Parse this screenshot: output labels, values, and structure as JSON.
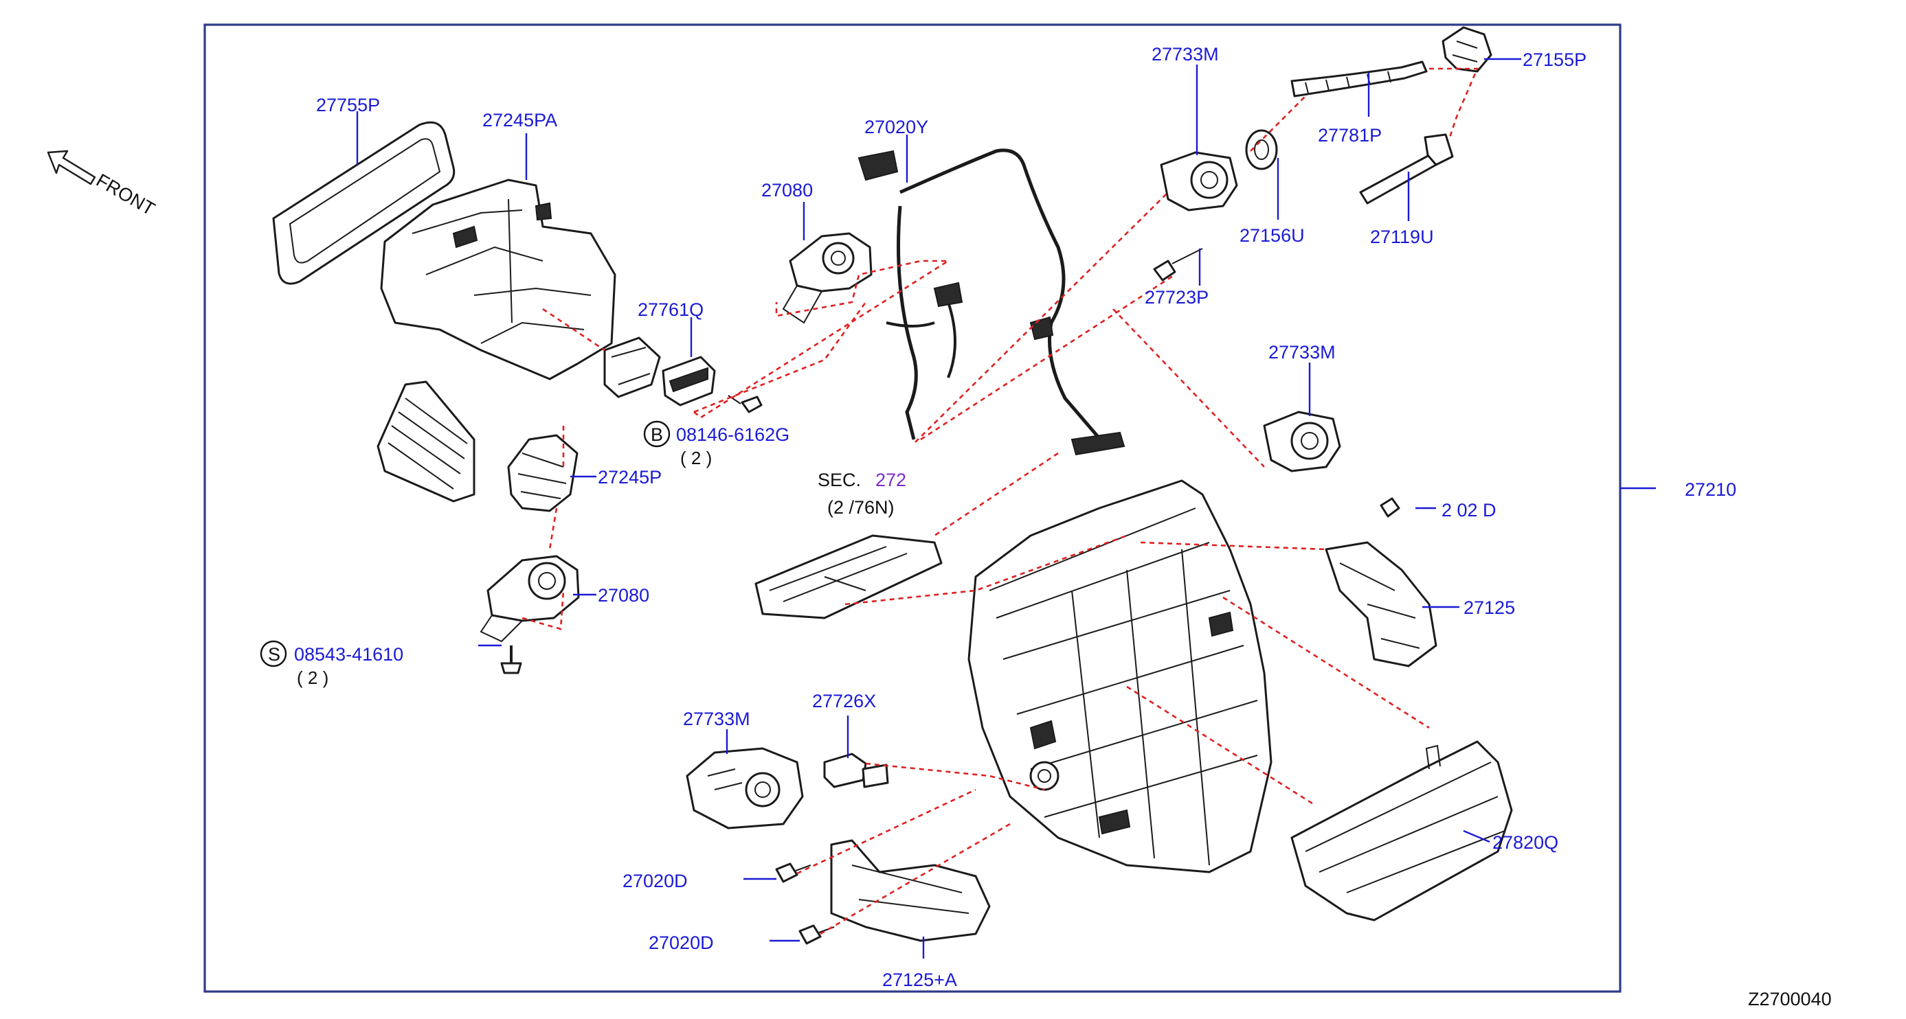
{
  "colors": {
    "part_label": "#1a1ad6",
    "leader_line": "#1a1ad6",
    "dashed_line": "#e02020",
    "frame": "#2f3b8a",
    "drawing": "#1b1b1b"
  },
  "front_indicator": {
    "text": "FRONT",
    "icon": "arrow-outline-icon"
  },
  "diagram_code": "Z2700040",
  "callouts": {
    "p27755P": "27755P",
    "p27245PA": "27245PA",
    "p27020Y": "27020Y",
    "p27080_top": "27080",
    "p27761Q": "27761Q",
    "p27733M_top": "27733M",
    "p27781P": "27781P",
    "p27155P": "27155P",
    "p27156U": "27156U",
    "p27119U": "27119U",
    "p27723P": "27723P",
    "p27733M_mid": "27733M",
    "p27210": "27210",
    "p27245P": "27245P",
    "p27080_mid": "27080",
    "p27125": "27125",
    "p27733M_low": "27733M",
    "p27726X": "27726X",
    "p27820Q": "27820Q",
    "p27020D_a": "27020D",
    "p27020D_b": "27020D",
    "p27125A": "27125+A",
    "p27202D": "2 02 D"
  },
  "bolts": {
    "b08146": {
      "symbol": "B",
      "part": "08146-6162G",
      "qty": "( 2 )"
    },
    "s08543": {
      "symbol": "S",
      "part": "08543-41610",
      "qty": "( 2 )"
    }
  },
  "section_ref": {
    "sec": "SEC.",
    "num": "272",
    "sub": "(2 /76N)"
  }
}
